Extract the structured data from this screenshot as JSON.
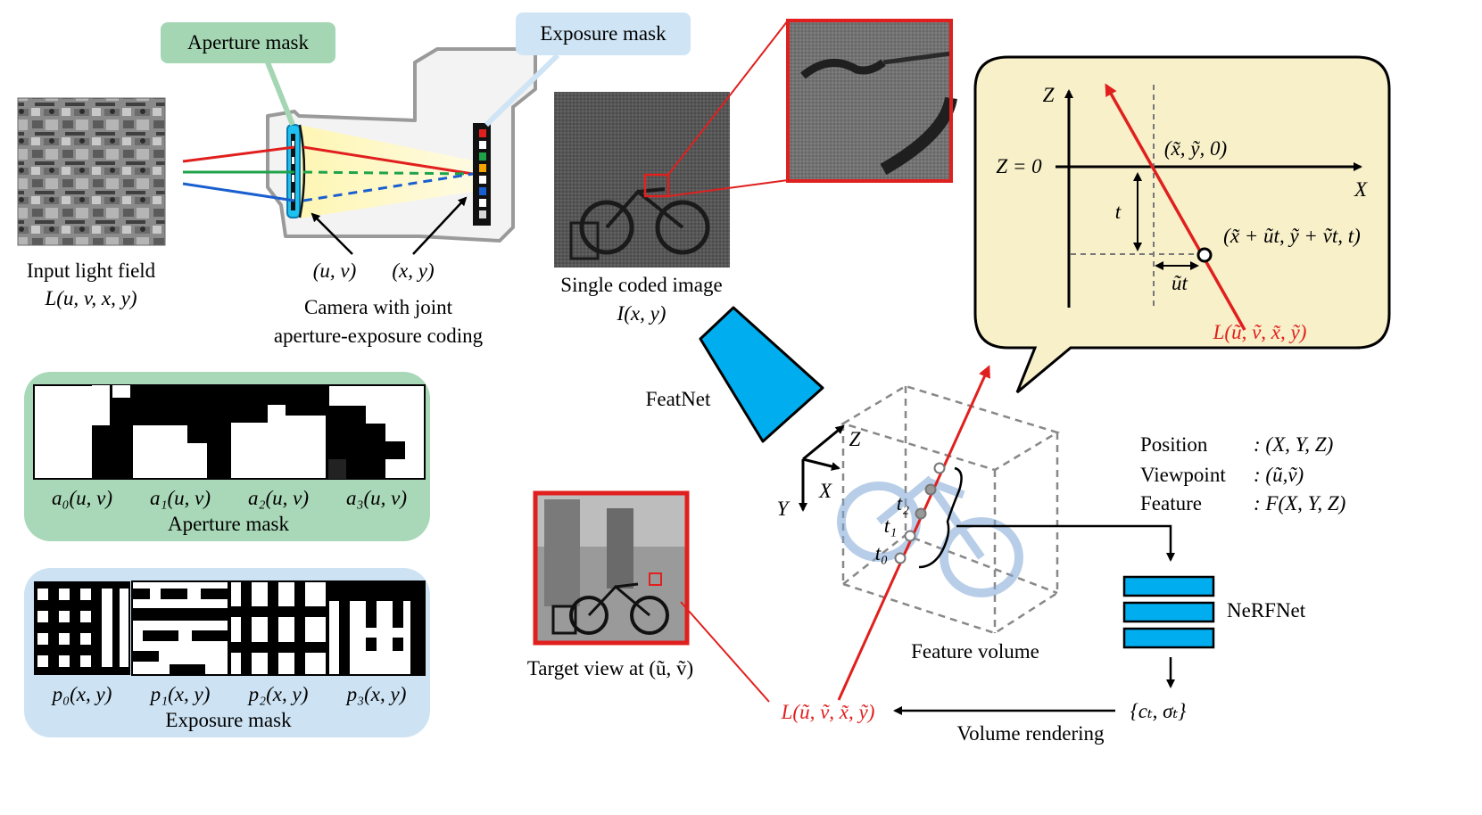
{
  "input": {
    "title": "Input light field",
    "formula": "L(u, v, x, y)"
  },
  "camera": {
    "aperture_tag": "Aperture mask",
    "exposure_tag": "Exposure mask",
    "uv_label": "(u, v)",
    "xy_label": "(x, y)",
    "caption_line1": "Camera with joint",
    "caption_line2": "aperture-exposure coding"
  },
  "coded_image": {
    "caption_line1": "Single coded image",
    "caption_line2": "I(x, y)"
  },
  "featnet": {
    "label": "FeatNet"
  },
  "aperture_panel": {
    "title": "Aperture mask",
    "masks": [
      "a₀(u, v)",
      "a₁(u, v)",
      "a₂(u, v)",
      "a₃(u, v)"
    ]
  },
  "exposure_panel": {
    "title": "Exposure mask",
    "masks": [
      "p₀(x, y)",
      "p₁(x, y)",
      "p₂(x, y)",
      "p₃(x, y)"
    ]
  },
  "ray_bubble": {
    "z_axis": "Z",
    "x_axis": "X",
    "z0_label": "Z = 0",
    "origin_point": "(x̃, ỹ, 0)",
    "t_label": "t",
    "point_label": "(x̃ + ũt, ỹ + ṽt, t)",
    "ut_label": "ũt",
    "ray_label": "L(ũ, ṽ, x̃, ỹ)"
  },
  "volume": {
    "caption": "Feature volume",
    "axis_z": "Z",
    "axis_x": "X",
    "axis_y": "Y",
    "samples": [
      "t₂",
      "t₁",
      "t₀"
    ]
  },
  "inputs_list": [
    {
      "name": "Position",
      "value": ": (X, Y, Z)"
    },
    {
      "name": "Viewpoint",
      "value": ": (ũ,ṽ)"
    },
    {
      "name": "Feature",
      "value": ": F(X, Y, Z)"
    }
  ],
  "nerfnet": {
    "label": "NeRFNet",
    "output": "{cₜ, σₜ}"
  },
  "render": {
    "ray_label": "L(ũ, ṽ, x̃, ỹ)",
    "arrow_label": "Volume rendering"
  },
  "target_view": {
    "caption": "Target view at (ũ, ṽ)"
  },
  "colors": {
    "red": "#e0201e",
    "blue_net": "#00aeef",
    "green_panel": "#a9d8b8",
    "blue_panel": "#cde3f4",
    "bubble_fill": "#f8f0c9",
    "green_tag": "#a4d6b3",
    "blue_tag": "#cfe4f5"
  }
}
